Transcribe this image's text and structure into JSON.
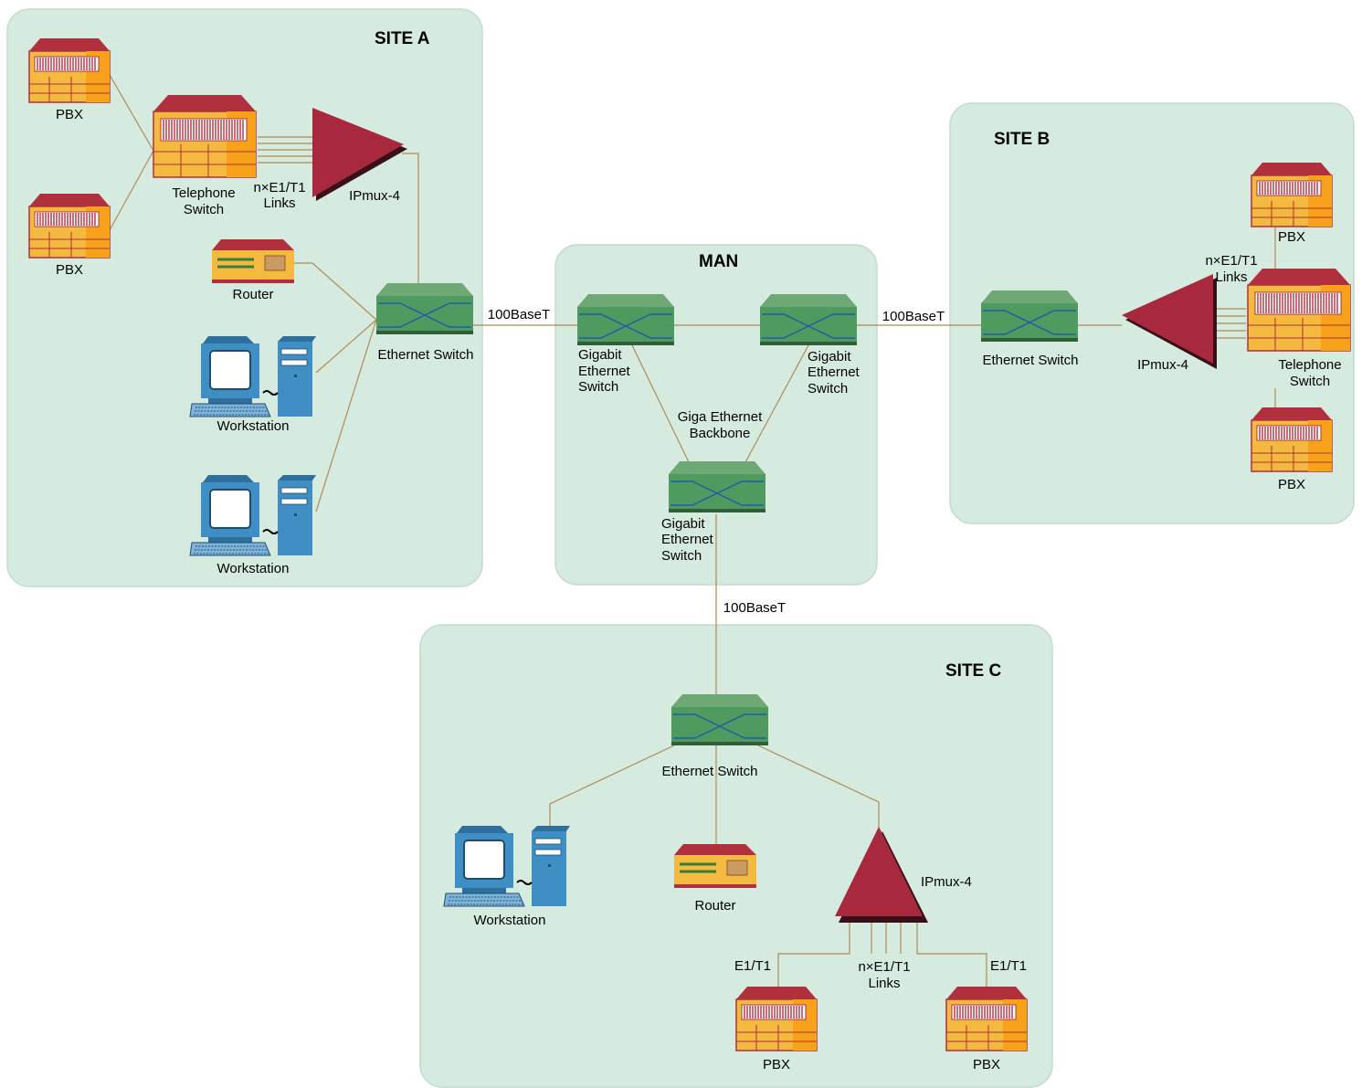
{
  "sites": {
    "site_a": "SITE A",
    "site_b": "SITE B",
    "site_c": "SITE C",
    "man": "MAN"
  },
  "labels": {
    "pbx": "PBX",
    "telephone": "Telephone",
    "switch": "Switch",
    "ne1t1": "n×E1/T1",
    "links": "Links",
    "ipmux": "IPmux-4",
    "router": "Router",
    "workstation": "Workstation",
    "ethernet_switch": "Ethernet Switch",
    "gigabit": "Gigabit",
    "ethernet": "Ethernet",
    "giga_ethernet": "Giga Ethernet",
    "backbone": "Backbone",
    "base100": "100BaseT",
    "e1t1": "E1/T1"
  },
  "colors": {
    "zone_fill": "#d6ebdf",
    "switch_green": "#4f9a5e",
    "ipmux_red": "#a8283d",
    "pbx_orange": "#f4b93f",
    "pbx_roof": "#b0303e",
    "computer_blue": "#3f8fc4",
    "wire": "#b08a55"
  },
  "icons": [
    "pbx-icon",
    "telephone-switch-icon",
    "ipmux-icon",
    "router-icon",
    "workstation-icon",
    "ethernet-switch-icon"
  ]
}
